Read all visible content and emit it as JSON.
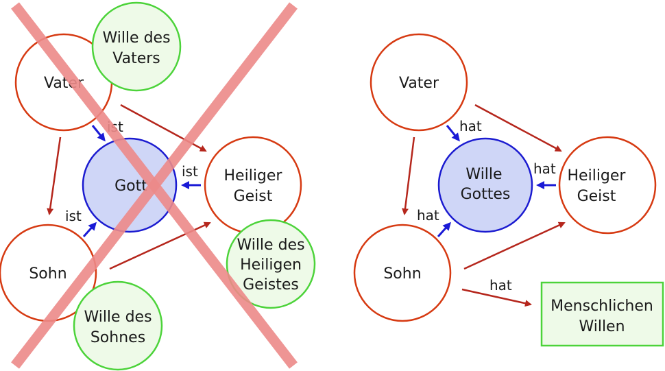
{
  "colors": {
    "person_stroke": "#d63a12",
    "center_stroke": "#1b1bd0",
    "center_fill": "#cfd6f7",
    "will_stroke": "#4cd33a",
    "will_fill": "#eefae8",
    "arrow_red": "#b5261c",
    "arrow_blue": "#1a1ad6",
    "cross": "#ec8a88"
  },
  "left": {
    "vater": "Vater",
    "sohn": "Sohn",
    "geist_1": "Heiliger",
    "geist_2": "Geist",
    "center": "Gott",
    "rel_vater": "ist",
    "rel_sohn": "ist",
    "rel_geist": "ist",
    "will_vater_1": "Wille des",
    "will_vater_2": "Vaters",
    "will_sohn_1": "Wille des",
    "will_sohn_2": "Sohnes",
    "will_geist_1": "Wille des",
    "will_geist_2": "Heiligen",
    "will_geist_3": "Geistes"
  },
  "right": {
    "vater": "Vater",
    "sohn": "Sohn",
    "geist_1": "Heiliger",
    "geist_2": "Geist",
    "center_1": "Wille",
    "center_2": "Gottes",
    "rel_vater": "hat",
    "rel_sohn": "hat",
    "rel_geist": "hat",
    "rel_human": "hat",
    "human_1": "Menschlichen",
    "human_2": "Willen"
  }
}
